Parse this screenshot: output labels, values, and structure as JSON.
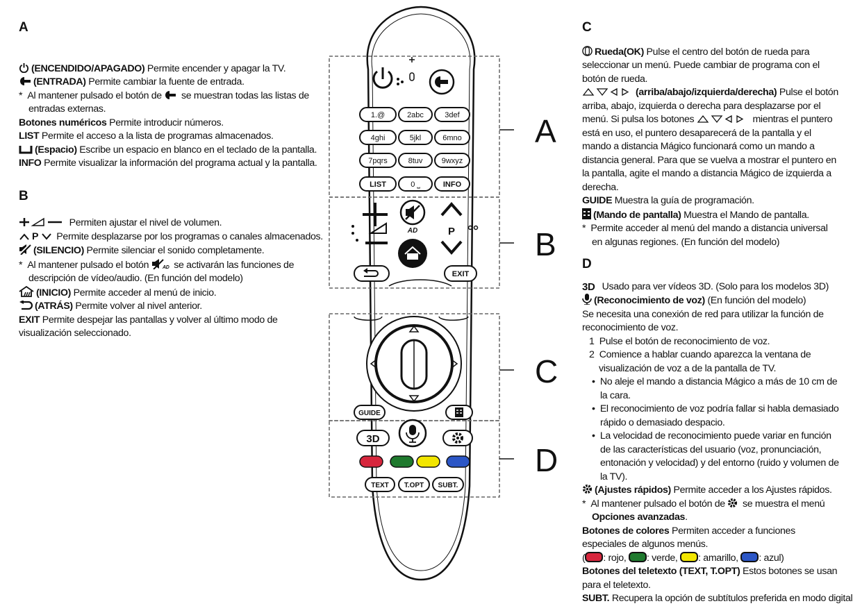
{
  "sectionA": {
    "letter": "A",
    "power_label": "(ENCENDIDO/APAGADO)",
    "power_desc": " Permite encender y apagar la TV.",
    "input_label": "(ENTRADA)",
    "input_desc": " Permite cambiar la fuente de entrada.",
    "input_note_pre": "Al mantener pulsado el botón de ",
    "input_note_post": " se muestran todas las listas de entradas externas.",
    "num_label": "Botones numéricos",
    "num_desc": " Permite introducir números.",
    "list_label": "LIST",
    "list_desc": " Permite el acceso a la lista de programas almacenados.",
    "space_label": "(Espacio)",
    "space_desc": " Escribe un espacio en blanco en el teclado de la pantalla.",
    "info_label": "INFO",
    "info_desc": " Permite visualizar la información del programa actual y la pantalla."
  },
  "sectionB": {
    "letter": "B",
    "vol_desc": " Permiten ajustar el nivel de volumen.",
    "prog_p": "P",
    "prog_desc": " Permite desplazarse por los programas o canales almacenados.",
    "mute_label": "(SILENCIO)",
    "mute_desc": " Permite silenciar el sonido completamente.",
    "mute_note_pre": "Al mantener pulsado el botón ",
    "mute_note_post": " se activarán las funciones de descripción de vídeo/audio. (En función del modelo)",
    "home_label": "(INICIO)",
    "home_desc": " Permite acceder al menú de inicio.",
    "back_label": "(ATRÁS)",
    "back_desc": " Permite volver al nivel anterior.",
    "exit_label": "EXIT",
    "exit_desc": " Permite despejar las pantallas y volver al último modo de visualización seleccionado."
  },
  "sectionC": {
    "letter": "C",
    "wheel_label": "Rueda(OK)",
    "wheel_desc": " Pulse el centro del botón de rueda para seleccionar un menú. Puede cambiar de programa con el botón de rueda.",
    "arrows_label": "(arriba/abajo/izquierda/derecha)",
    "arrows_desc_a": " Pulse el botón arriba, abajo, izquierda o derecha para desplazarse por el menú. Si pulsa los botones ",
    "arrows_desc_b": " mientras el puntero está en uso, el puntero desaparecerá de la pantalla y el mando a distancia Mágico funcionará como un mando a distancia general. Para que se vuelva a mostrar el puntero en la pantalla, agite el mando a distancia Mágico de izquierda a derecha.",
    "guide_label": "GUIDE",
    "guide_desc": " Muestra la guía de programación.",
    "screen_label": "(Mando de pantalla)",
    "screen_desc": " Muestra el Mando de pantalla.",
    "screen_note": "Permite acceder al menú del mando a distancia universal en algunas regiones. (En función del modelo)"
  },
  "sectionD": {
    "letter": "D",
    "d3_desc": " Usado para ver vídeos 3D. (Solo para los modelos 3D)",
    "voice_label": "(Reconocimiento de voz)",
    "voice_desc": " (En función del modelo)",
    "voice_net": "Se necesita una conexión de red para utilizar la función de reconocimiento de voz.",
    "step1": "Pulse el botón de reconocimiento de voz.",
    "step2": "Comience a hablar cuando aparezca la ventana de visualización de voz a de la pantalla de TV.",
    "bullet1": "No aleje el mando a distancia Mágico a más de 10 cm de la cara.",
    "bullet2": "El reconocimiento de voz podría fallar si habla demasiado rápido o demasiado despacio.",
    "bullet3": "La velocidad de reconocimiento puede variar en función de las características del usuario (voz, pronunciación, entonación y velocidad) y del entorno (ruido y volumen de la TV).",
    "quick_label": "(Ajustes rápidos)",
    "quick_desc": " Permite acceder a los Ajustes rápidos.",
    "quick_note_pre": "Al mantener pulsado el botón de ",
    "quick_note_mid": " se muestra el menú ",
    "quick_note_bold": "Opciones avanzadas",
    "colors_label": "Botones de colores",
    "colors_desc": " Permiten acceder a funciones especiales de algunos menús.",
    "c_red": ": rojo, ",
    "c_green": ": verde, ",
    "c_yellow": ": amarillo, ",
    "c_blue": ": azul)",
    "tt_label": "Botones del teletexto (TEXT, T.OPT)",
    "tt_desc": " Estos botones se usan para el teletexto.",
    "subt_label": "SUBT.",
    "subt_desc": " Recupera la opción de subtítulos preferida en modo digital."
  },
  "remote": {
    "btn1": "1.@",
    "btn2": "2abc",
    "btn3": "3def",
    "btn4": "4ghi",
    "btn5": "5jkl",
    "btn6": "6mno",
    "btn7": "7pqrs",
    "btn8": "8tuv",
    "btn9": "9wxyz",
    "list": "LIST",
    "zero": "0 ⎵",
    "info": "INFO",
    "ad": "AD",
    "p": "P",
    "exit": "EXIT",
    "guide": "GUIDE",
    "d3": "3D",
    "text": "TEXT",
    "topt": "T.OPT",
    "subt": "SUBT.",
    "labelA": "A",
    "labelB": "B",
    "labelC": "C",
    "labelD": "D"
  },
  "colors": {
    "red": "#d7263d",
    "green": "#1f7a2e",
    "yellow": "#f2e600",
    "blue": "#2b56c6"
  }
}
